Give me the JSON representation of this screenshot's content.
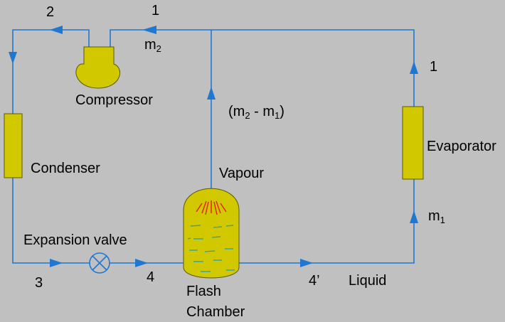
{
  "diagram": {
    "components": {
      "compressor": "Compressor",
      "condenser": "Condenser",
      "evaporator": "Evaporator",
      "expansion_valve": "Expansion valve",
      "flash_chamber_line1": "Flash",
      "flash_chamber_line2": "Chamber"
    },
    "state_points": {
      "p1_top": "1",
      "p1_right": "1",
      "p2": "2",
      "p3": "3",
      "p4": "4",
      "p4_prime": "4’"
    },
    "flows": {
      "m2": {
        "base": "m",
        "sub": "2"
      },
      "m1": {
        "base": "m",
        "sub": "1"
      },
      "m2_minus_m1": {
        "open": "(m",
        "sub2": "2",
        "mid": " - m",
        "sub1": "1",
        "close": ")"
      },
      "vapour": "Vapour",
      "liquid": "Liquid"
    },
    "colors": {
      "background": "#c0c0c0",
      "pipe": "#1e78d2",
      "component_fill": "#d2c800",
      "component_stroke": "#5a5a00",
      "vapour_rays": "#e02020",
      "liquid_marks": "#18a0c8"
    }
  }
}
